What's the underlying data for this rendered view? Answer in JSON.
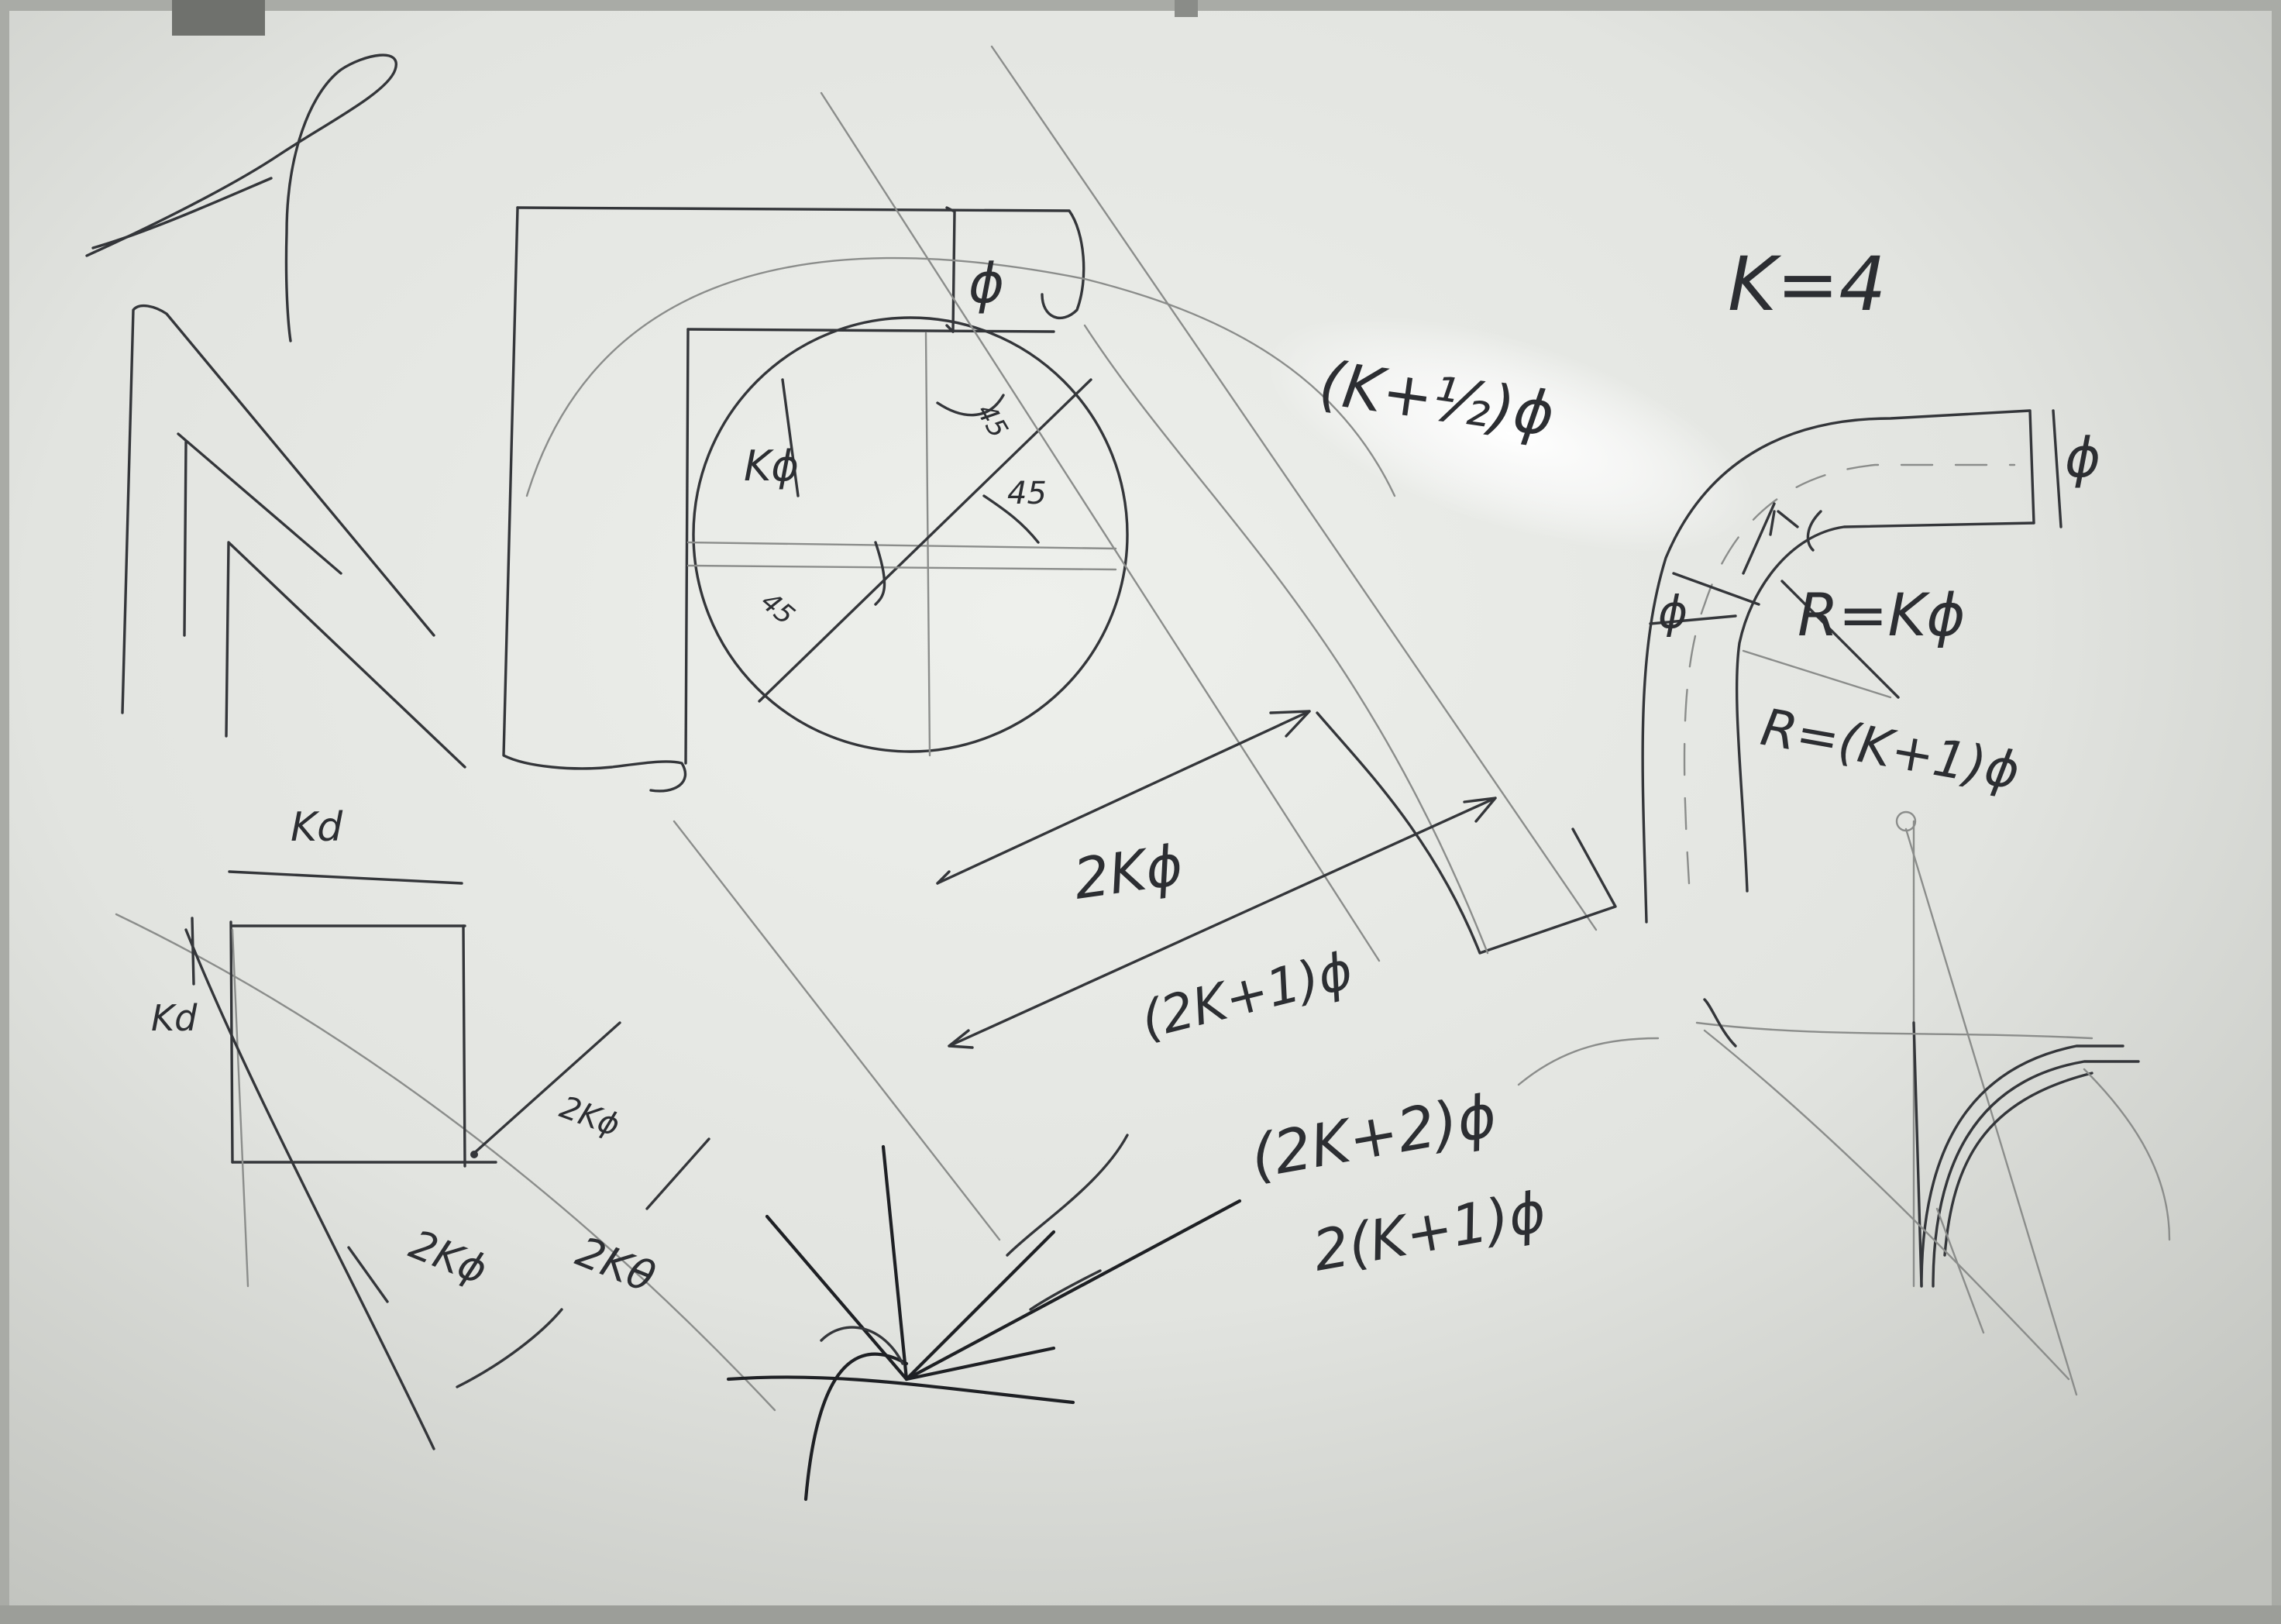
{
  "board": {
    "labels": {
      "k_equals": "K=4",
      "k_half_phi": "(K+½)ϕ",
      "phi_top_box": "ϕ",
      "phi_right_bend": "ϕ",
      "phi_left_bend": "ϕ",
      "r_inner": "R=Kϕ",
      "r_outer": "R=(K+1)ϕ",
      "k_phi_circle": "Kϕ",
      "angle_45": "45",
      "angle_top": "45",
      "angle_left": "45",
      "two_k_phi": "2Kϕ",
      "two_k_plus_one_phi": "(2K+1)ϕ",
      "two_k_plus_two_phi": "(2K+2)ϕ",
      "two_k_plus_one_factored": "2(K+1)ϕ",
      "kd_top": "Kd",
      "kd_side": "Kd",
      "two_k_phi_small": "2Kϕ",
      "two_k_phi_lower": "2Kϕ",
      "two_k_theta": "2Kθ"
    },
    "colors": {
      "ink": "#34363a",
      "board_light": "#e8eae6",
      "board_dark": "#a7a9a4"
    }
  }
}
